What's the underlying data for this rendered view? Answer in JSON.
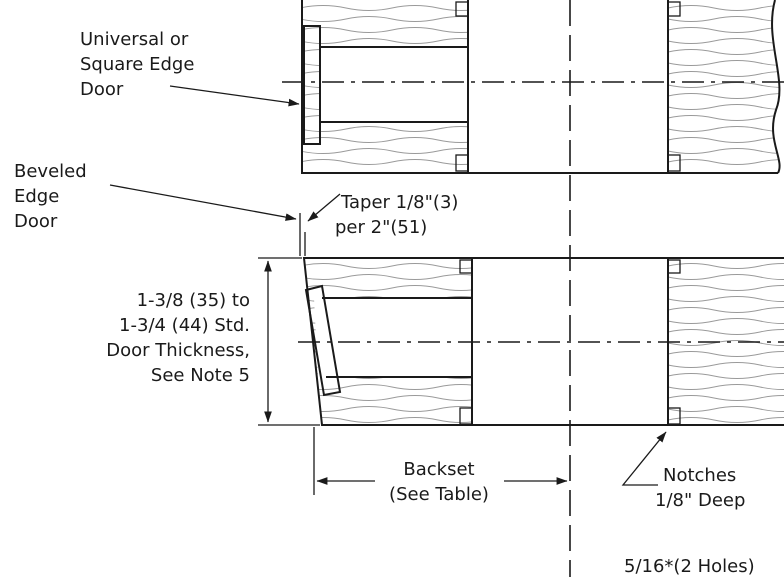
{
  "labels": {
    "universal_line1": "Universal or",
    "universal_line2": "Square Edge",
    "universal_line3": "Door",
    "beveled_line1": "Beveled",
    "beveled_line2": "Edge",
    "beveled_line3": "Door",
    "taper_line1": "Taper 1/8\"(3)",
    "taper_line2": "per 2\"(51)",
    "thickness_line1": "1-3/8 (35) to",
    "thickness_line2": "1-3/4 (44) Std.",
    "thickness_line3": "Door Thickness,",
    "thickness_line4": "See Note 5",
    "backset_line1": "Backset",
    "backset_line2": "(See  Table)",
    "notches_line1": "Notches",
    "notches_line2": "1/8\" Deep",
    "holes": "5/16*(2 Holes)"
  }
}
